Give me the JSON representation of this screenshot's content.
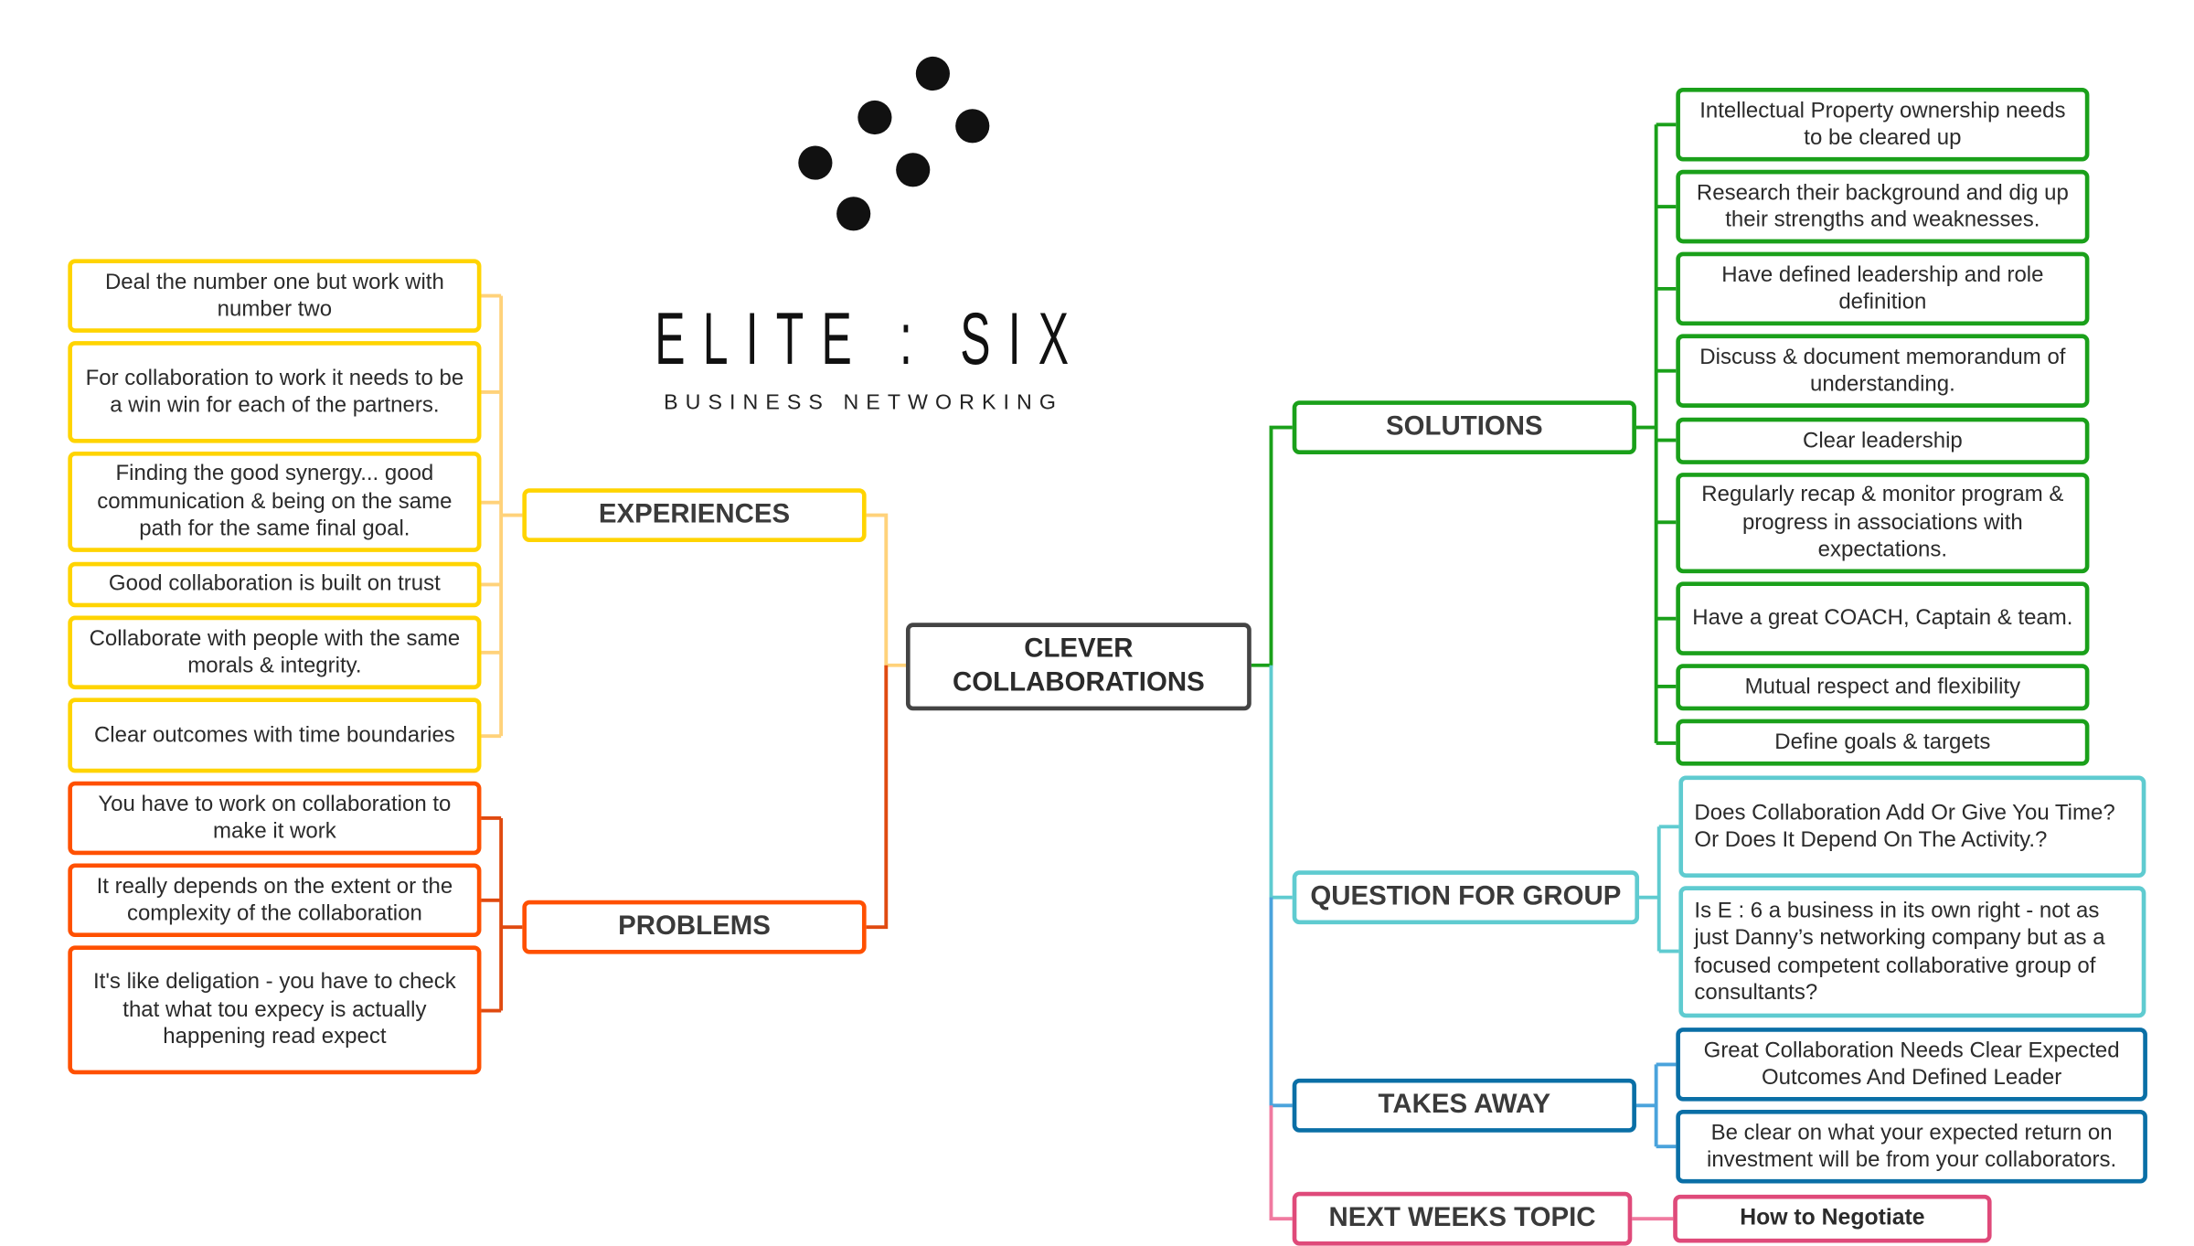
{
  "logo": {
    "title": "ELITE : SIX",
    "subtitle": "BUSINESS NETWORKING"
  },
  "center": {
    "label": "CLEVER COLLABORATIONS"
  },
  "experiences": {
    "label": "EXPERIENCES",
    "color": "#ffd400",
    "items": [
      "Deal the number one but work with number two",
      "For collaboration to work it needs to be a win win for each of the partners.",
      "Finding the good synergy... good communication & being on the same path for the same final goal.",
      "Good collaboration is built on trust",
      "Collaborate with people with the same morals & integrity.",
      "Clear outcomes with time boundaries"
    ]
  },
  "problems": {
    "label": "PROBLEMS",
    "color": "#ff5000",
    "items": [
      "You have to work on collaboration to make it work",
      "It really depends on the extent or the complexity of the collaboration",
      "It's like deligation - you have to check that what tou expecy is actually happening read expect"
    ]
  },
  "solutions": {
    "label": "SOLUTIONS",
    "color": "#1aa01a",
    "items": [
      "Intellectual Property ownership needs to be cleared up",
      "Research their background and dig up their strengths and weaknesses.",
      "Have defined leadership and role definition",
      "Discuss & document memorandum of understanding.",
      "Clear leadership",
      "Regularly recap & monitor program & progress in associations with expectations.",
      "Have a great COACH, Captain & team.",
      "Mutual respect and flexibility",
      "Define goals & targets"
    ]
  },
  "questions": {
    "label": "QUESTION FOR GROUP",
    "color": "#5fcbd0",
    "items": [
      "Does Collaboration Add Or Give You Time? Or Does It Depend On The Activity.?",
      "Is E : 6 a business in its own right - not as just Danny’s networking company but as a focused competent collaborative group of consultants?"
    ]
  },
  "takeaway": {
    "label": "TAKES AWAY",
    "color": "#0a6fa6",
    "items": [
      "Great Collaboration Needs Clear Expected Outcomes And Defined Leader",
      "Be clear on what your expected return on investment will be from your collaborators."
    ]
  },
  "next": {
    "label": "NEXT WEEKS TOPIC",
    "color": "#df4a7a",
    "items": [
      "How to Negotiate"
    ]
  }
}
